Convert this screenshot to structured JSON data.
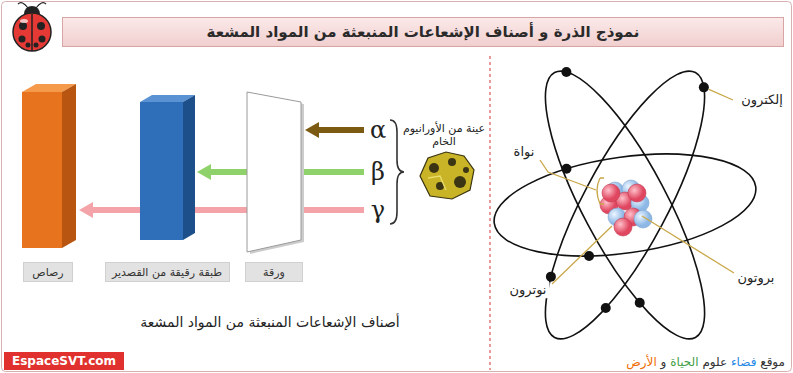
{
  "diagram": {
    "title": "نموذج الذرة و أصناف الإشعاعات المنبعثة من المواد المشعة",
    "caption": "أصناف الإشعاعات المنبعثة من المواد المشعة",
    "nodes": [
      {
        "text": [
          "ورقة"
        ]
      },
      {
        "text": [
          "طبقة رقيقة من القصدير"
        ]
      },
      {
        "text": [
          "رصاص"
        ]
      }
    ],
    "labels": [
      "α",
      "β",
      "γ",
      "عينة من الأورانيوم الخام",
      "إلكترون",
      "نواة",
      "بروتون",
      "نوترون",
      "EspaceSVT.com",
      "موقع فضاء علوم الحياة و الأرض"
    ]
  }
}
